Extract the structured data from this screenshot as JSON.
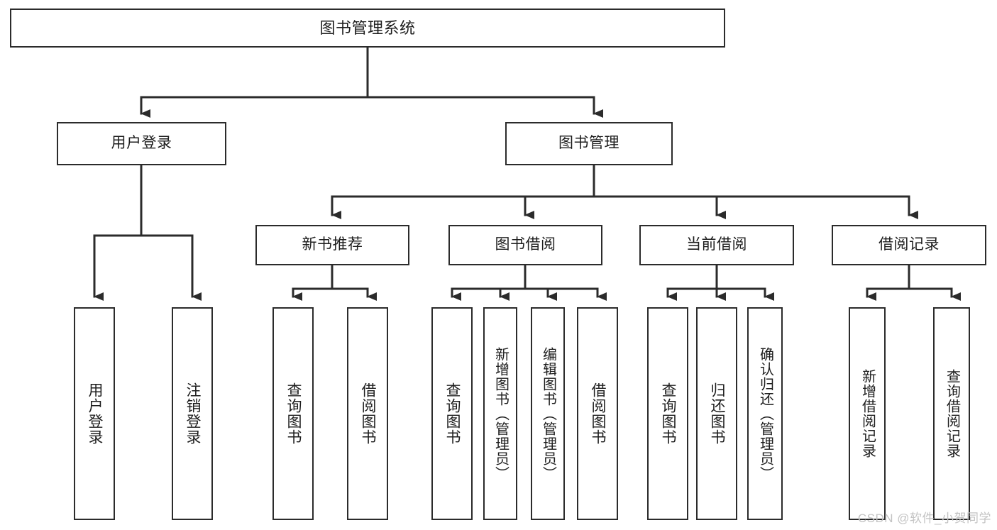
{
  "diagram": {
    "title": "图书管理系统",
    "type": "tree-hierarchy",
    "watermark": "CSDN @软件_小贺同学",
    "colors": {
      "background": "#ffffff",
      "node_fill": "#ffffff",
      "node_stroke": "#2b2b2b",
      "edge_stroke": "#2b2b2b",
      "text": "#1d1d1d",
      "watermark": "#c3c3c3"
    }
  },
  "nodes": {
    "root": {
      "label": "图书管理系统"
    },
    "level1": [
      {
        "label": "用户登录"
      },
      {
        "label": "图书管理"
      }
    ],
    "level2": [
      {
        "label": "新书推荐"
      },
      {
        "label": "图书借阅"
      },
      {
        "label": "当前借阅"
      },
      {
        "label": "借阅记录"
      }
    ],
    "leaves": {
      "user_login": [
        {
          "label": "用户登录"
        },
        {
          "label": "注销登录"
        }
      ],
      "new_book_recommend": [
        {
          "label": "查询图书"
        },
        {
          "label": "借阅图书"
        }
      ],
      "book_borrow": [
        {
          "label": "查询图书"
        },
        {
          "label": "新增图书（管理员）"
        },
        {
          "label": "编辑图书（管理员）"
        },
        {
          "label": "借阅图书"
        }
      ],
      "current_borrow": [
        {
          "label": "查询图书"
        },
        {
          "label": "归还图书"
        },
        {
          "label": "确认归还（管理员）"
        }
      ],
      "borrow_record": [
        {
          "label": "新增借阅记录"
        },
        {
          "label": "查询借阅记录"
        }
      ]
    }
  }
}
